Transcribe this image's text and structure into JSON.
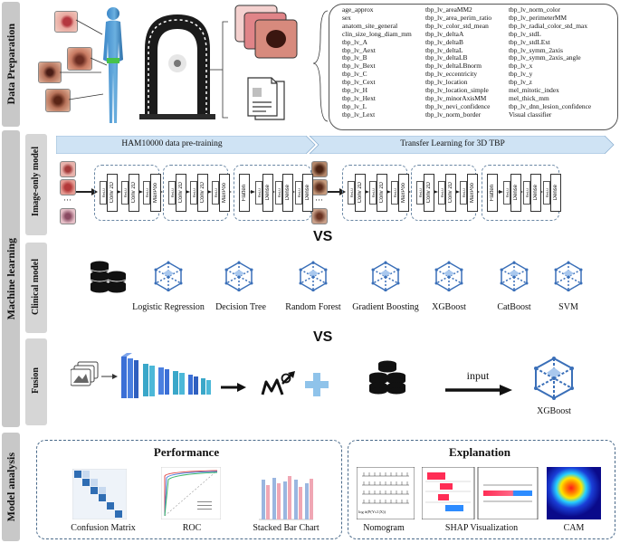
{
  "sections": {
    "data_preparation": "Data Preparation",
    "machine_learning": "Machine learning",
    "model_analysis": "Model analysis"
  },
  "subsections": {
    "image_only": "Image-only model",
    "clinical": "Clinical model",
    "fusion": "Fusion"
  },
  "features": {
    "col1": [
      "age_approx",
      "sex",
      "anatom_site_general",
      "clin_size_long_diam_mm",
      "tbp_lv_A",
      "tbp_lv_Aext",
      "tbp_lv_B",
      "tbp_lv_Bext",
      "tbp_lv_C",
      "tbp_lv_Cext",
      "tbp_lv_H",
      "tbp_lv_Hext",
      "tbp_lv_L",
      "tbp_lv_Lext"
    ],
    "col2": [
      "tbp_lv_areaMM2",
      "tbp_lv_area_perim_ratio",
      "tbp_lv_color_std_mean",
      "tbp_lv_deltaA",
      "tbp_lv_deltaB",
      "tbp_lv_deltaL",
      "tbp_lv_deltaLB",
      "tbp_lv_deltaLBnorm",
      "tbp_lv_eccentricity",
      "tbp_lv_location",
      "tbp_lv_location_simple",
      "tbp_lv_minorAxisMM",
      "tbp_lv_nevi_confidence",
      "tbp_lv_norm_border"
    ],
    "col3": [
      "tbp_lv_norm_color",
      "tbp_lv_perimeterMM",
      "tbp_lv_radial_color_std_max",
      "tbp_lv_stdL",
      "tbp_lv_stdLExt",
      "tbp_lv_symm_2axis",
      "tbp_lv_symm_2axis_angle",
      "tbp_lv_x",
      "tbp_lv_y",
      "tbp_lv_z",
      "mel_mitotic_index",
      "mel_thick_mm",
      "tbp_lv_dnn_lesion_confidence",
      "Visual classifier"
    ]
  },
  "pipeline": {
    "pretrain_label": "HAM10000 data pre-training",
    "transfer_label": "Transfer Learning for 3D TBP",
    "ellipsis": "···",
    "layers": {
      "conv": "Conv 2D",
      "relu": "ReLU",
      "maxpool": "MaxPoo",
      "flatten": "Flatten",
      "dense": "Dense"
    }
  },
  "vs_label": "VS",
  "clinical_models": [
    "Logistic Regression",
    "Decision Tree",
    "Random Forest",
    "Gradient Boosting",
    "XGBoost",
    "CatBoost",
    "SVM"
  ],
  "fusion": {
    "input_label": "input",
    "xgboost_label": "XGBoost"
  },
  "analysis": {
    "performance_title": "Performance",
    "explanation_title": "Explanation",
    "performance_items": [
      "Confusion Matrix",
      "ROC",
      "Stacked Bar Chart"
    ],
    "explanation_items": [
      "Nomogram",
      "SHAP Visualization",
      "CAM"
    ],
    "nomogram_formula": "log it(P(Y≤1|X))"
  },
  "colors": {
    "sidebar": "#c8c8c8",
    "arrow_band": "#cfe3f4",
    "dashed_border": "#4a6a8a",
    "cnn_blue": "#3b6fd6",
    "cnn_teal": "#3aa7c9",
    "plus": "#8fc3ea",
    "cube_blue": "#3a6fb8"
  }
}
